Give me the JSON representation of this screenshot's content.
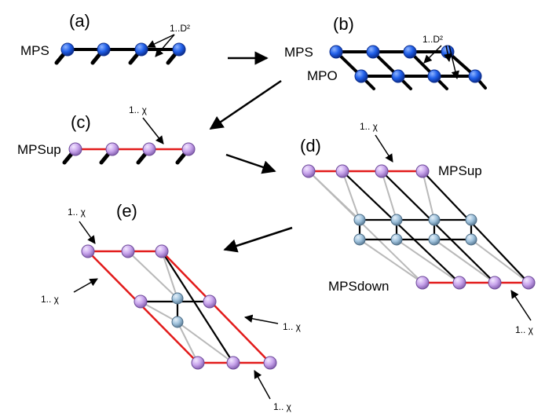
{
  "colors": {
    "mps_node": "#1f5ee8",
    "mps_node_dark": "#0d2f8f",
    "up_node": "#c8a4ec",
    "up_node_dark": "#6e4a9a",
    "grey_node": "#9fc2dc",
    "grey_node_dark": "#4c6c86",
    "red_bond": "#e21b1b",
    "black_bond": "#000000",
    "grey_bond": "#b9b9b9"
  },
  "panel_a": {
    "label": "(a)",
    "mps_label": "MPS",
    "dim_label": "1..D²"
  },
  "panel_b": {
    "label": "(b)",
    "mps_label": "MPS",
    "mpo_label": "MPO",
    "dim_label": "1..D²"
  },
  "panel_c": {
    "label": "(c)",
    "net_label": "MPSup",
    "chi_label": "1.. χ"
  },
  "panel_d": {
    "label": "(d)",
    "up_label": "MPSup",
    "down_label": "MPSdown",
    "chi_top": "1.. χ",
    "chi_bottom": "1.. χ"
  },
  "panel_e": {
    "label": "(e)",
    "chi_top_left": "1.. χ",
    "chi_left": "1.. χ",
    "chi_right": "1.. χ",
    "chi_bottom": "1.. χ"
  }
}
